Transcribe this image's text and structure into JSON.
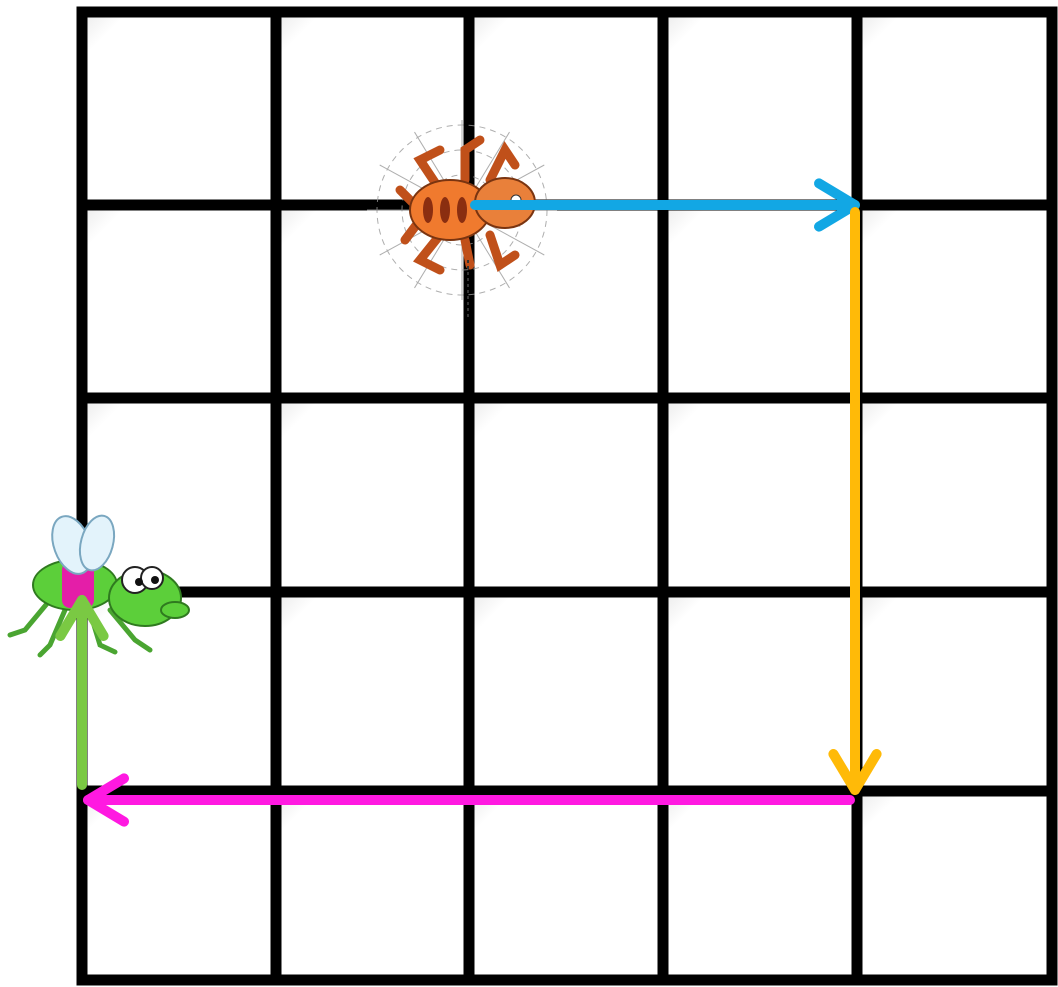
{
  "grid": {
    "rows": 5,
    "cols": 5,
    "line_color": "#000000",
    "cell_color": "#ffffff"
  },
  "characters": [
    {
      "name": "spider",
      "icon": "spider-icon",
      "position": {
        "row": 1,
        "col": 2
      },
      "body_color": "#f07a2e"
    },
    {
      "name": "fly",
      "icon": "fly-icon",
      "position": {
        "row": 3,
        "col": 0
      },
      "body_color": "#5ccf3a",
      "band_color": "#e41ea8"
    }
  ],
  "path": [
    {
      "name": "move-right",
      "color": "#12a7e4",
      "from": {
        "row": 1,
        "col": 2
      },
      "to": {
        "row": 1,
        "col": 4
      },
      "direction": "right"
    },
    {
      "name": "move-down",
      "color": "#ffba08",
      "from": {
        "row": 1,
        "col": 4
      },
      "to": {
        "row": 4,
        "col": 4
      },
      "direction": "down"
    },
    {
      "name": "move-left",
      "color": "#ff19e1",
      "from": {
        "row": 4,
        "col": 4
      },
      "to": {
        "row": 4,
        "col": 0
      },
      "direction": "left"
    },
    {
      "name": "move-up",
      "color": "#7ac943",
      "from": {
        "row": 4,
        "col": 0
      },
      "to": {
        "row": 3,
        "col": 0
      },
      "direction": "up"
    }
  ]
}
